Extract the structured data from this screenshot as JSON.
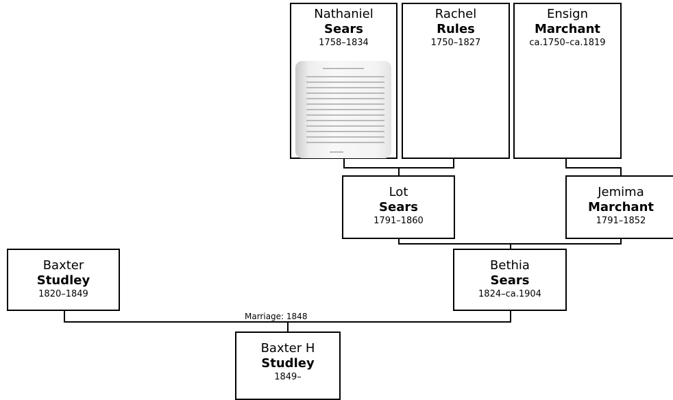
{
  "people": {
    "nathaniel": {
      "given": "Nathaniel",
      "surname": "Sears",
      "dates": "1758–1834"
    },
    "rachel": {
      "given": "Rachel",
      "surname": "Rules",
      "dates": "1750–1827"
    },
    "ensign": {
      "given": "Ensign",
      "surname": "Marchant",
      "dates": "ca.1750–ca.1819"
    },
    "lot": {
      "given": "Lot",
      "surname": "Sears",
      "dates": "1791–1860"
    },
    "jemima": {
      "given": "Jemima",
      "surname": "Marchant",
      "dates": "1791–1852"
    },
    "baxter": {
      "given": "Baxter",
      "surname": "Studley",
      "dates": "1820–1849"
    },
    "bethia": {
      "given": "Bethia",
      "surname": "Sears",
      "dates": "1824–ca.1904"
    },
    "baxter_h": {
      "given": "Baxter H",
      "surname": "Studley",
      "dates": "1849–"
    }
  },
  "marriage_label": "Marriage: 1848"
}
